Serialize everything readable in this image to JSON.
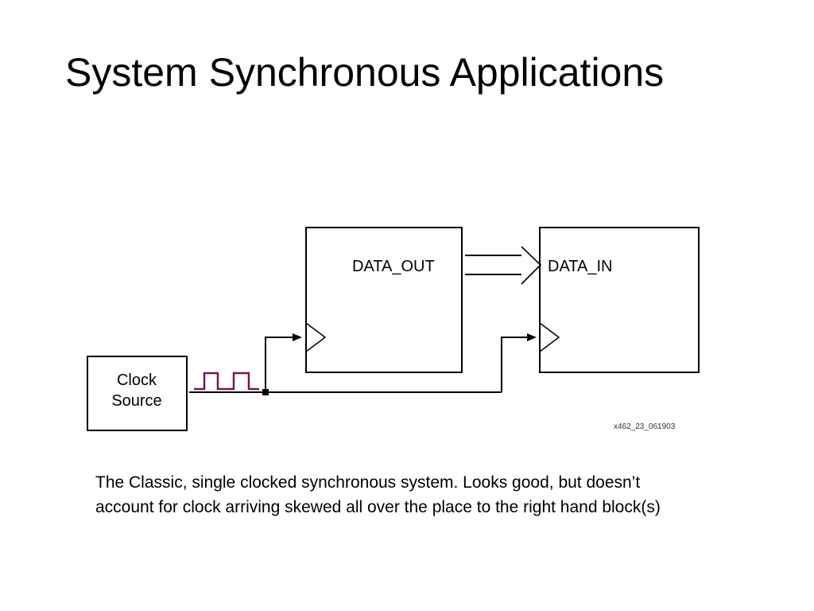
{
  "slide": {
    "title": "System Synchronous Applications"
  },
  "diagram": {
    "clock_source_line1": "Clock",
    "clock_source_line2": "Source",
    "left_block_port": "DATA_OUT",
    "right_block_port": "DATA_IN",
    "figure_id": "x462_23_061903",
    "clock_waveform_color": "#7a1650"
  },
  "caption": {
    "line1": "The Classic, single clocked synchronous system.  Looks good, but doesn’t",
    "line2": "account for clock arriving skewed all over the place to the right hand block(s)"
  }
}
